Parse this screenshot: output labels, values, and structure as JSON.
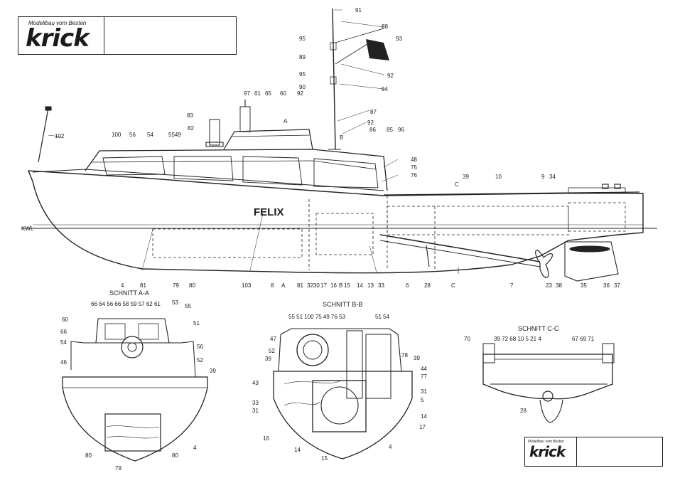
{
  "logo": {
    "tagline": "Modellbau vom Besten",
    "brand": "krick"
  },
  "boat": {
    "name": "FELIX",
    "waterline": "KWL"
  },
  "labels": {
    "l91": "91",
    "l88": "88",
    "l93": "93",
    "l95a": "95",
    "l89": "89",
    "l92a": "92",
    "l95b": "95",
    "l90": "90",
    "l94": "94",
    "l97": "97",
    "l61": "61",
    "l65": "65",
    "l60": "60",
    "l92b": "92",
    "l87": "87",
    "l83": "83",
    "lA1": "A",
    "l92c": "92",
    "l82": "82",
    "l86": "86",
    "l85": "85",
    "l96": "96",
    "lB1": "B",
    "l102": "102",
    "l100": "100",
    "l56": "56",
    "l54": "54",
    "l5549": "5549",
    "l48": "48",
    "l75": "75",
    "l76": "76",
    "lC1": "C",
    "l39": "39",
    "l10": "10",
    "l9": "9",
    "l34": "34",
    "l4": "4",
    "l81": "81",
    "l79": "79",
    "l80": "80",
    "l103": "103",
    "l8": "8",
    "lA2": "A",
    "l81b": "81",
    "l3230": "3230",
    "l17": "17",
    "l16": "16",
    "lB2": "B",
    "l15": "15",
    "l14": "14",
    "l13": "13",
    "l33": "33",
    "l6": "6",
    "l28": "28",
    "lC2": "C",
    "l7": "7",
    "l23": "23",
    "l38": "38",
    "l35": "35",
    "l36": "36",
    "l37": "37"
  },
  "section_aa": {
    "title": "SCHNITT A-A",
    "labels": {
      "top": "66 64 56 66 58 59  57 62 61",
      "l53": "53",
      "l55": "55",
      "l60": "60",
      "l66": "66",
      "l51": "51",
      "l54": "54",
      "l56": "56",
      "l52": "52",
      "l46": "46",
      "l39": "39",
      "l4": "4",
      "l80a": "80",
      "l80b": "80",
      "l79": "79"
    }
  },
  "section_bb": {
    "title": "SCHNITT B-B",
    "labels": {
      "top": "55 51  100 75 49 76 53",
      "topr": "51 54",
      "l47": "47",
      "l52": "52",
      "l39a": "39",
      "l78": "78",
      "l39b": "39",
      "l44": "44",
      "l77": "77",
      "l43": "43",
      "l31a": "31",
      "l5": "5",
      "l33": "33",
      "l31b": "31",
      "l14a": "14",
      "l17": "17",
      "l16": "16",
      "l14b": "14",
      "l15": "15",
      "l4": "4"
    }
  },
  "section_cc": {
    "title": "SCHNITT C-C",
    "labels": {
      "l70": "70",
      "mid": "39  72 68 10  5  21  4",
      "right": "67  69 71",
      "l28": "28"
    }
  }
}
